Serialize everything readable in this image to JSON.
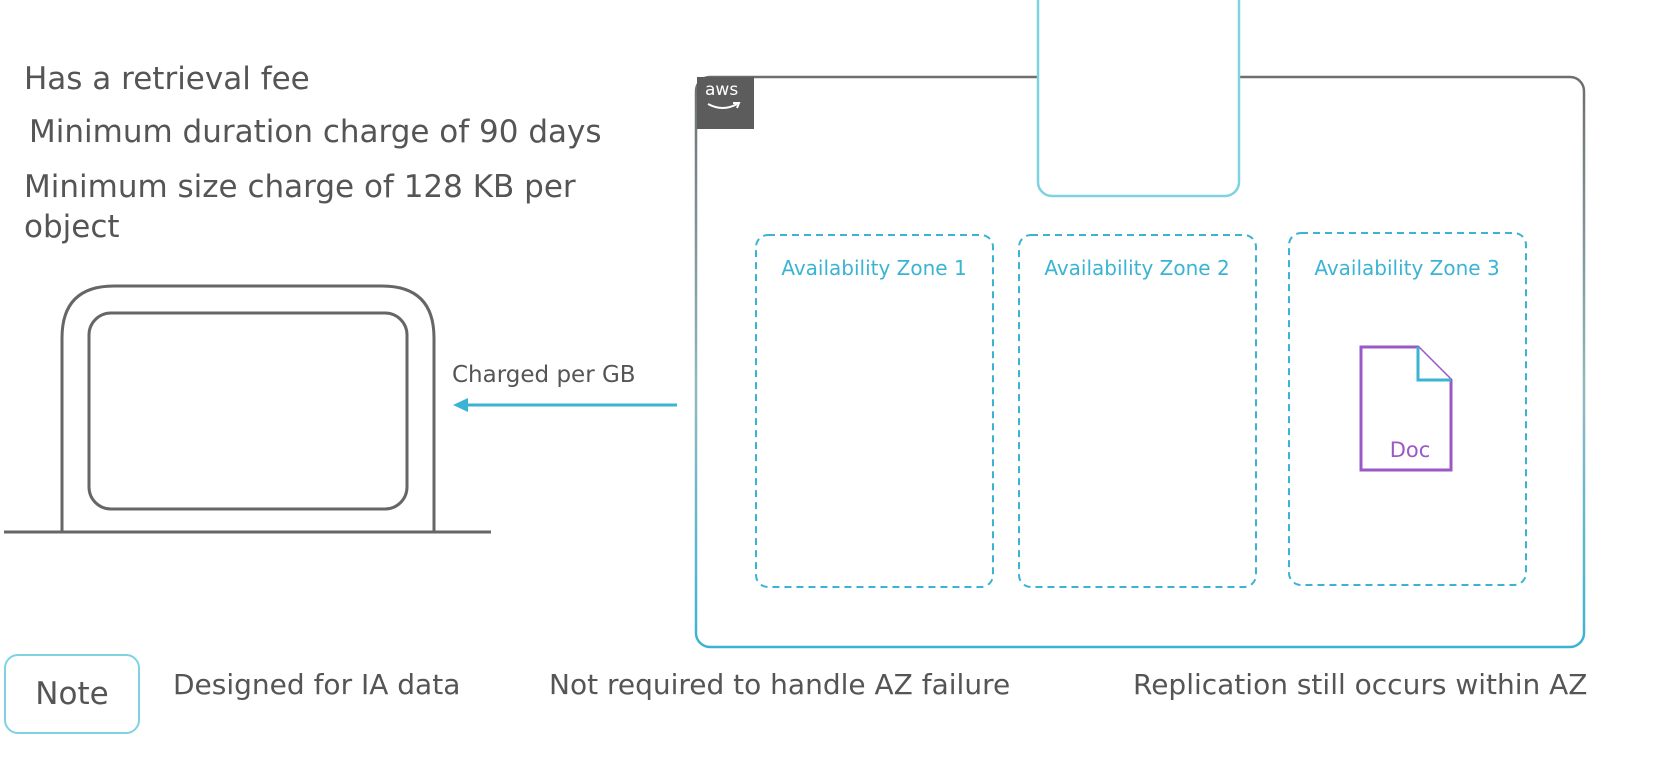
{
  "left_list": {
    "items": [
      "Has a retrieval fee",
      "Minimum duration charge of 90 days",
      "Minimum size charge of 128 KB per object"
    ]
  },
  "diagram": {
    "aws_badge_text": "aws",
    "zones": [
      {
        "label": "Availability Zone 1"
      },
      {
        "label": "Availability Zone 2"
      },
      {
        "label": "Availability Zone 3"
      }
    ],
    "document_label": "Doc",
    "arrow_label": "Charged per GB"
  },
  "footer": {
    "note_label": "Note",
    "items": [
      "Designed for IA data",
      "Not required to handle AZ failure",
      "Replication still occurs within AZ"
    ]
  },
  "colors": {
    "teal": "#3bb4d3",
    "gray_outline": "#666666",
    "purple": "#9b59c6"
  },
  "icons": {
    "aws": "aws-logo-icon",
    "document": "document-icon",
    "arrow": "arrow-left-icon",
    "client": "client-device-icon"
  }
}
